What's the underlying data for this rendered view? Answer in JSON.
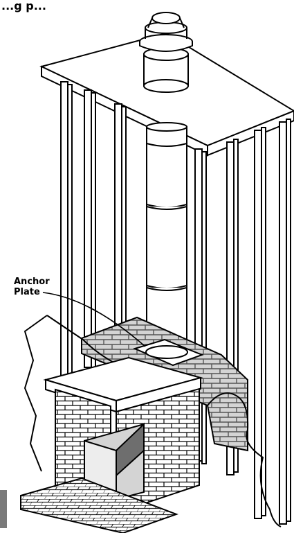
{
  "header": {
    "partial_text": "...g p..."
  },
  "callout": {
    "line1": "Anchor",
    "line2": "Plate"
  },
  "colors": {
    "line": "#000000",
    "background": "#ffffff",
    "brick_light": "#d4d4d4",
    "brick_grout": "#8a8a8a",
    "opening_dark": "#6e6e6e",
    "side_tab": "#7a7a7a"
  }
}
